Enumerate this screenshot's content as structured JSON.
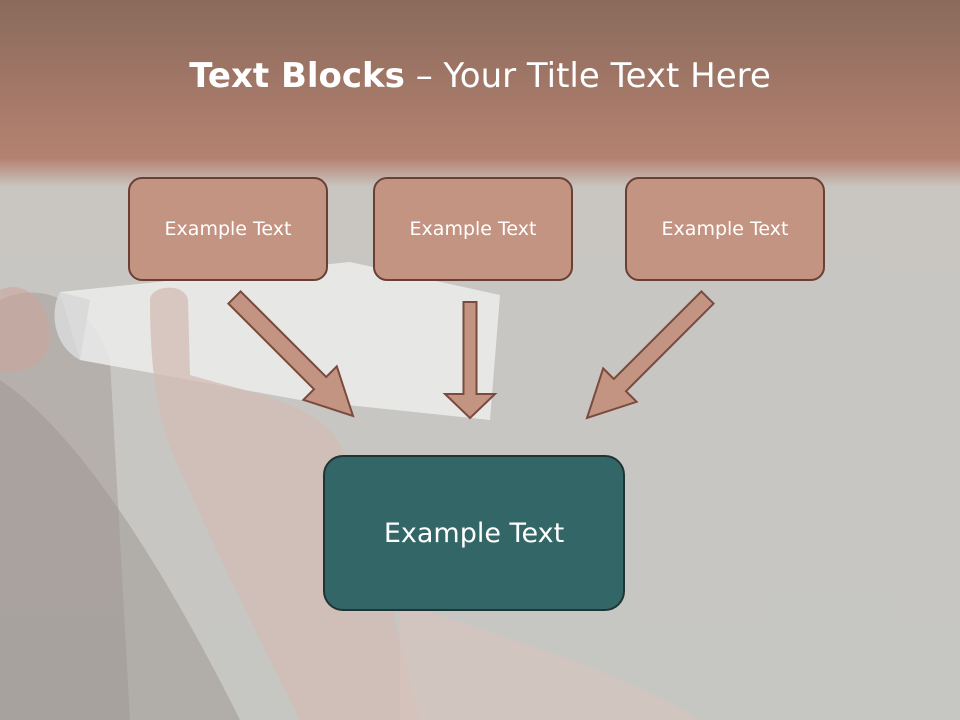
{
  "title": {
    "bold_part": "Text Blocks",
    "dash": " – ",
    "regular_part": "Your Title Text Here"
  },
  "blocks": {
    "top": [
      "Example Text",
      "Example Text",
      "Example Text"
    ],
    "bottom": "Example Text"
  },
  "colors": {
    "top_block_fill": "#c49482",
    "top_block_border": "#6b3f34",
    "bottom_block_fill": "#336667",
    "arrow_fill": "#c49482",
    "arrow_stroke": "#7a4a3e"
  }
}
